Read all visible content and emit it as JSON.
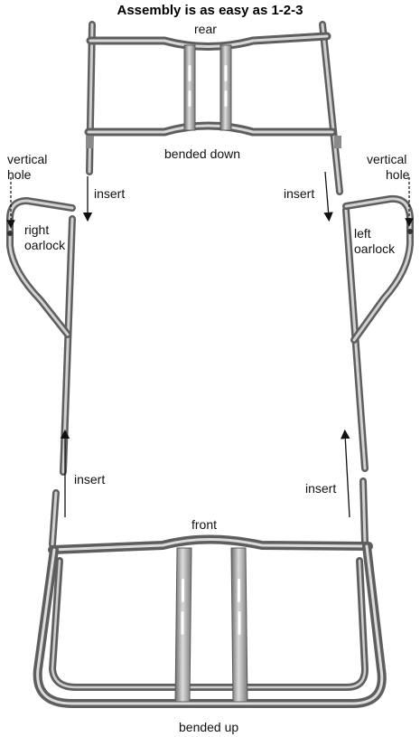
{
  "title": "Assembly is as easy as 1-2-3",
  "labels": {
    "rear": "rear",
    "bended_down": "bended down",
    "vertical_hole_left": [
      "vertical",
      "hole"
    ],
    "vertical_hole_right": [
      "vertical",
      "hole"
    ],
    "insert_top_left": "insert",
    "insert_top_right": "insert",
    "insert_bottom_left": "insert",
    "insert_bottom_right": "insert",
    "right_oarlock": [
      "right",
      "oarlock"
    ],
    "left_oarlock": [
      "left",
      "oarlock"
    ],
    "front": "front",
    "bended_up": "bended up"
  },
  "colors": {
    "tube": "#9a9a9a",
    "tube_light": "#d6d6d6",
    "tube_dark": "#5e5e5e",
    "text": "#111111",
    "background": "#ffffff"
  }
}
